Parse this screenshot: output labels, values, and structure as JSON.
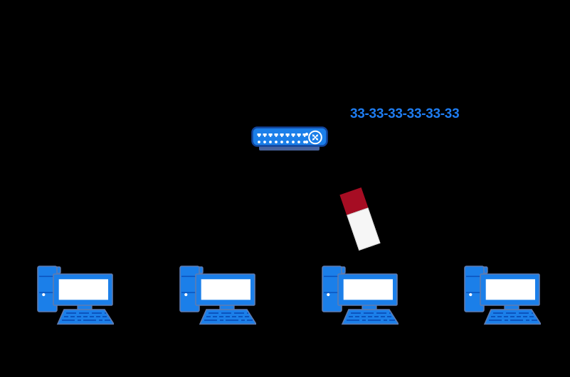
{
  "diagram": {
    "background_color": "#000000",
    "mac_label": {
      "text": "33-33-33-33-33-33",
      "color": "#1E7CF0"
    },
    "switch": {
      "icon": "ethernet-switch-icon",
      "body_color": "#1B7FE9",
      "border_color": "#12449B",
      "base_color": "#47649F",
      "port_color": "#FFFFFF",
      "top_port_count": 9,
      "bottom_port_count": 9,
      "symbol": "crossed-arrows-circle"
    },
    "eraser": {
      "icon": "eraser-icon",
      "top_color": "#A60D23",
      "body_color": "#F6F6F6",
      "rotation_deg": -19
    },
    "computers": [
      {
        "id": "computer-1"
      },
      {
        "id": "computer-2"
      },
      {
        "id": "computer-3"
      },
      {
        "id": "computer-4"
      }
    ],
    "computer_colors": {
      "fill": "#1B7FE9",
      "outline": "#5F7BB0",
      "screen": "#FFFFFF",
      "detail": "#0B53BE"
    }
  }
}
